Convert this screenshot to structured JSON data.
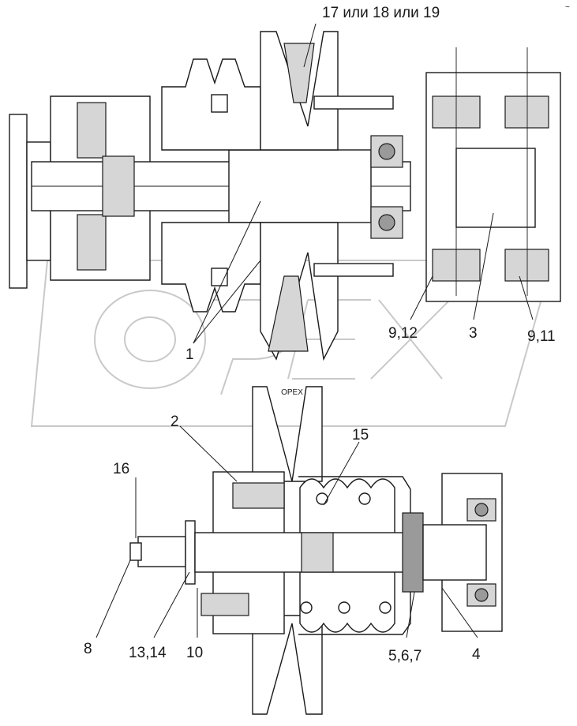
{
  "callouts": {
    "top_variants": "17 или 18 или 19",
    "c1": "1",
    "c9_12": "9,12",
    "c3": "3",
    "c9_11": "9,11",
    "c2": "2",
    "c15": "15",
    "c16": "16",
    "c8": "8",
    "c13_14": "13,14",
    "c10": "10",
    "c5_6_7": "5,6,7",
    "c4": "4"
  },
  "watermark": {
    "text": "OPEX"
  },
  "corner_mark": "~"
}
